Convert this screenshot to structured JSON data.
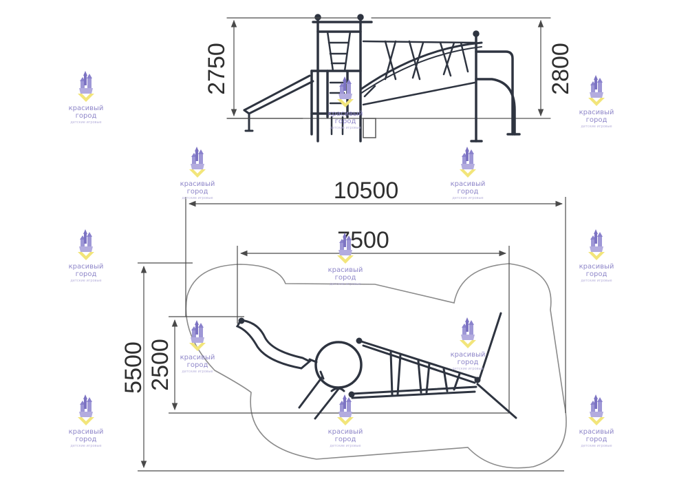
{
  "dimensions": {
    "side_left_height": "2750",
    "side_right_height": "2800",
    "overall_width": "10500",
    "equipment_width": "7500",
    "overall_depth": "5500",
    "equipment_depth": "2500"
  },
  "watermark": {
    "name_line1": "красивый",
    "name_line2": "город",
    "tagline": "детские игровые"
  },
  "colors": {
    "frame": "#2e3440",
    "dimension": "#4a4a4a",
    "boundary": "#8a8a8a",
    "watermark_purple": "#9e97d6",
    "watermark_yellow": "#f2e57a"
  }
}
